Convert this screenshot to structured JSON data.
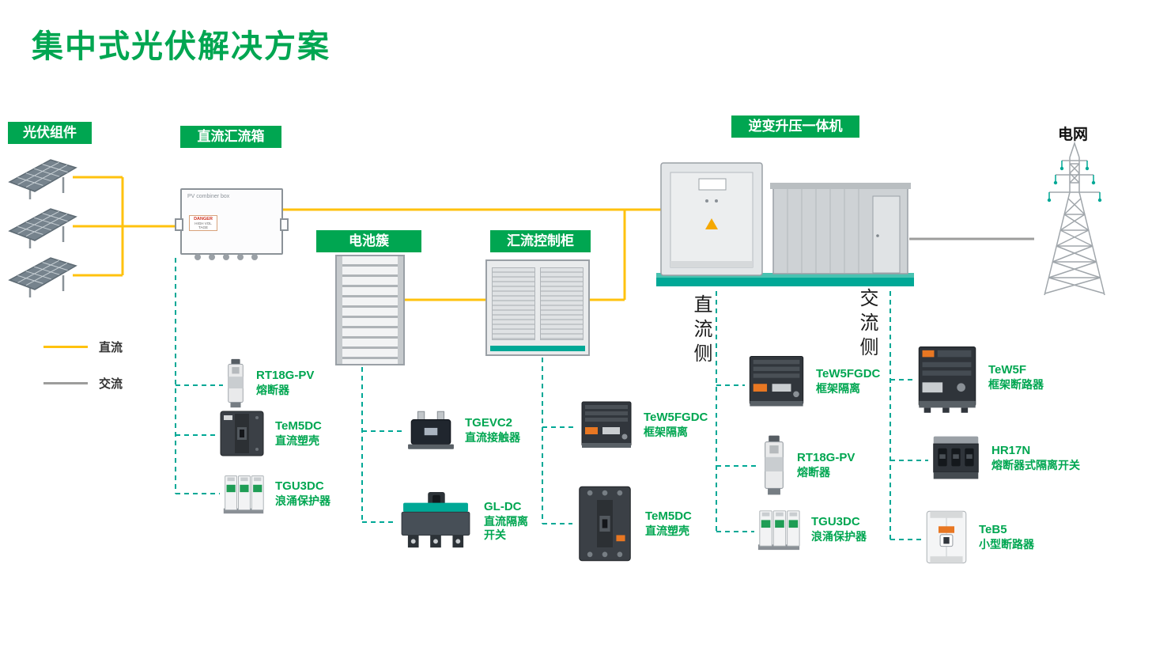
{
  "title": "集中式光伏解决方案",
  "labels": {
    "pv_modules": "光伏组件",
    "dc_combiner_box": "直流汇流箱",
    "battery_cluster": "电池簇",
    "combiner_control_cabinet": "汇流控制柜",
    "inverter_booster": "逆变升压一体机",
    "grid": "电网",
    "dc_side": "直流侧",
    "ac_side": "交流侧"
  },
  "legend": {
    "dc": "直流",
    "ac": "交流"
  },
  "combiner_box": {
    "label": "PV combiner box",
    "danger": "DANGER",
    "high_voltage": "HIGH VOL TAGE"
  },
  "products": [
    {
      "name": "RT18G-PV",
      "desc": "熔断器"
    },
    {
      "name": "TeM5DC",
      "desc": "直流塑壳"
    },
    {
      "name": "TGU3DC",
      "desc": "浪涌保护器"
    },
    {
      "name": "TGEVC2",
      "desc": "直流接触器"
    },
    {
      "name": "GL-DC",
      "desc": "直流隔离\n开关"
    },
    {
      "name": "TeW5FGDC",
      "desc": "框架隔离"
    },
    {
      "name": "TeM5DC",
      "desc": "直流塑壳"
    },
    {
      "name": "TeW5FGDC",
      "desc": "框架隔离"
    },
    {
      "name": "RT18G-PV",
      "desc": "熔断器"
    },
    {
      "name": "TGU3DC",
      "desc": "浪涌保护器"
    },
    {
      "name": "TeW5F",
      "desc": "框架断路器"
    },
    {
      "name": "HR17N",
      "desc": "熔断器式隔离开关"
    },
    {
      "name": "TeB5",
      "desc": "小型断路器"
    }
  ],
  "colors": {
    "green": "#00A651",
    "teal": "#00A896",
    "yellow": "#FFC20E",
    "gray": "#9D9D9C"
  }
}
